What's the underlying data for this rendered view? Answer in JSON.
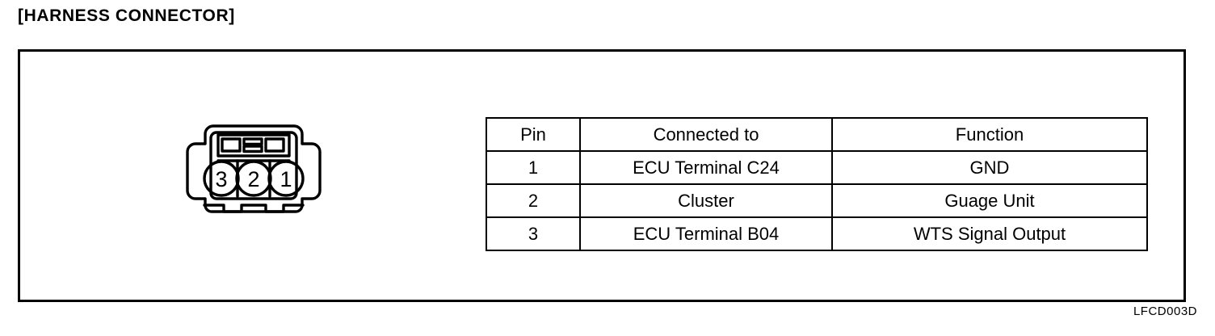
{
  "page": {
    "section_title": "[HARNESS CONNECTOR]",
    "figure_code": "LFCD003D"
  },
  "connector": {
    "name": "3-pin harness connector",
    "pin_labels": [
      "3",
      "2",
      "1"
    ]
  },
  "table": {
    "headers": {
      "pin": "Pin",
      "connected_to": "Connected to",
      "function": "Function"
    },
    "rows": [
      {
        "pin": "1",
        "connected_to": "ECU Terminal C24",
        "function": "GND"
      },
      {
        "pin": "2",
        "connected_to": "Cluster",
        "function": "Guage Unit"
      },
      {
        "pin": "3",
        "connected_to": "ECU Terminal B04",
        "function": "WTS Signal Output"
      }
    ]
  },
  "colors": {
    "ink": "#000000",
    "paper": "#ffffff"
  }
}
